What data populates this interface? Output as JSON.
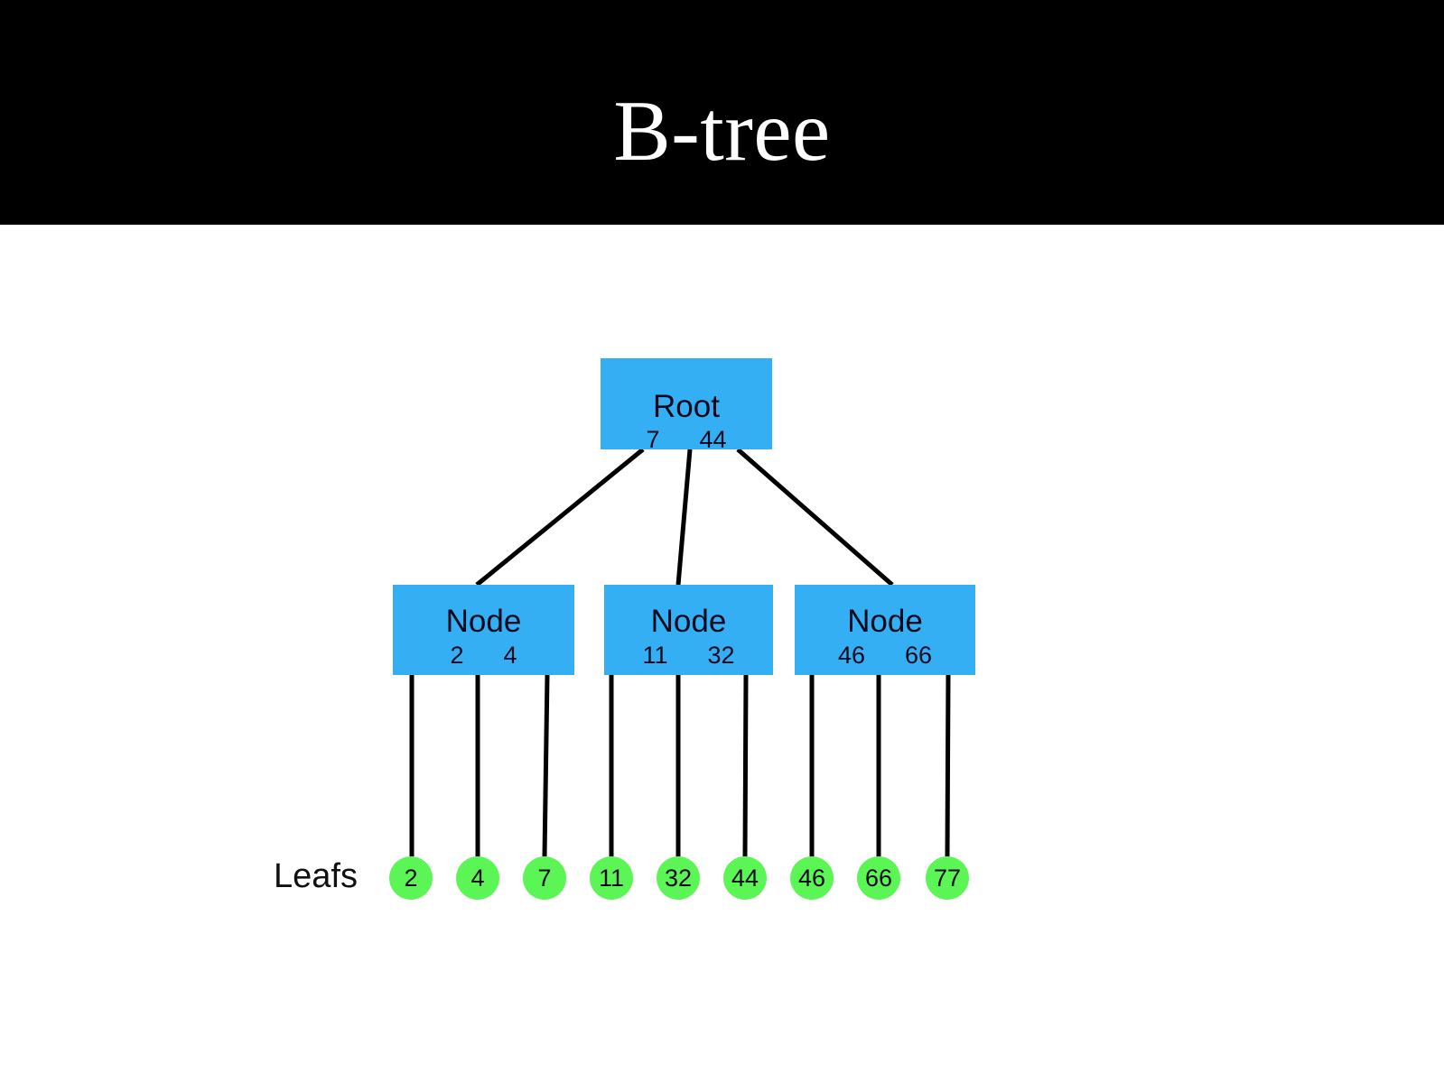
{
  "slide": {
    "title": "B-tree",
    "background_color": "#ffffff",
    "title_bar_color": "#000000",
    "title_text_color": "#ffffff"
  },
  "colors": {
    "node_fill": "#35AFF4",
    "leaf_fill": "#5CF556",
    "edge_stroke": "#000000",
    "text": "#0a0a1e"
  },
  "tree": {
    "root": {
      "label": "Root",
      "keys": [
        "7",
        "44"
      ]
    },
    "nodes": [
      {
        "label": "Node",
        "keys": [
          "2",
          "4"
        ]
      },
      {
        "label": "Node",
        "keys": [
          "11",
          "32"
        ]
      },
      {
        "label": "Node",
        "keys": [
          "46",
          "66"
        ]
      }
    ],
    "leafs_label": "Leafs",
    "leafs": [
      "2",
      "4",
      "7",
      "11",
      "32",
      "44",
      "46",
      "66",
      "77"
    ]
  }
}
